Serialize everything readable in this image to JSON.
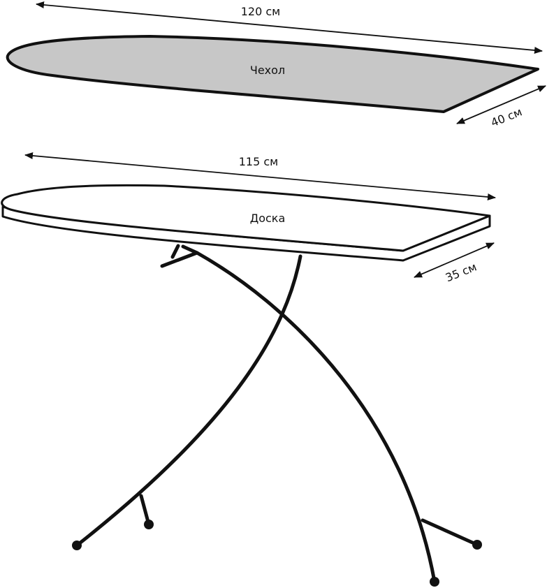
{
  "cover": {
    "label": "Чехол",
    "length": "120 см",
    "width": "40 см",
    "fill_color": "#c7c7c7"
  },
  "board": {
    "label": "Доска",
    "length": "115 см",
    "width": "35 см",
    "fill_color": "#ffffff"
  },
  "colors": {
    "line": "#111111",
    "background": "#ffffff"
  }
}
